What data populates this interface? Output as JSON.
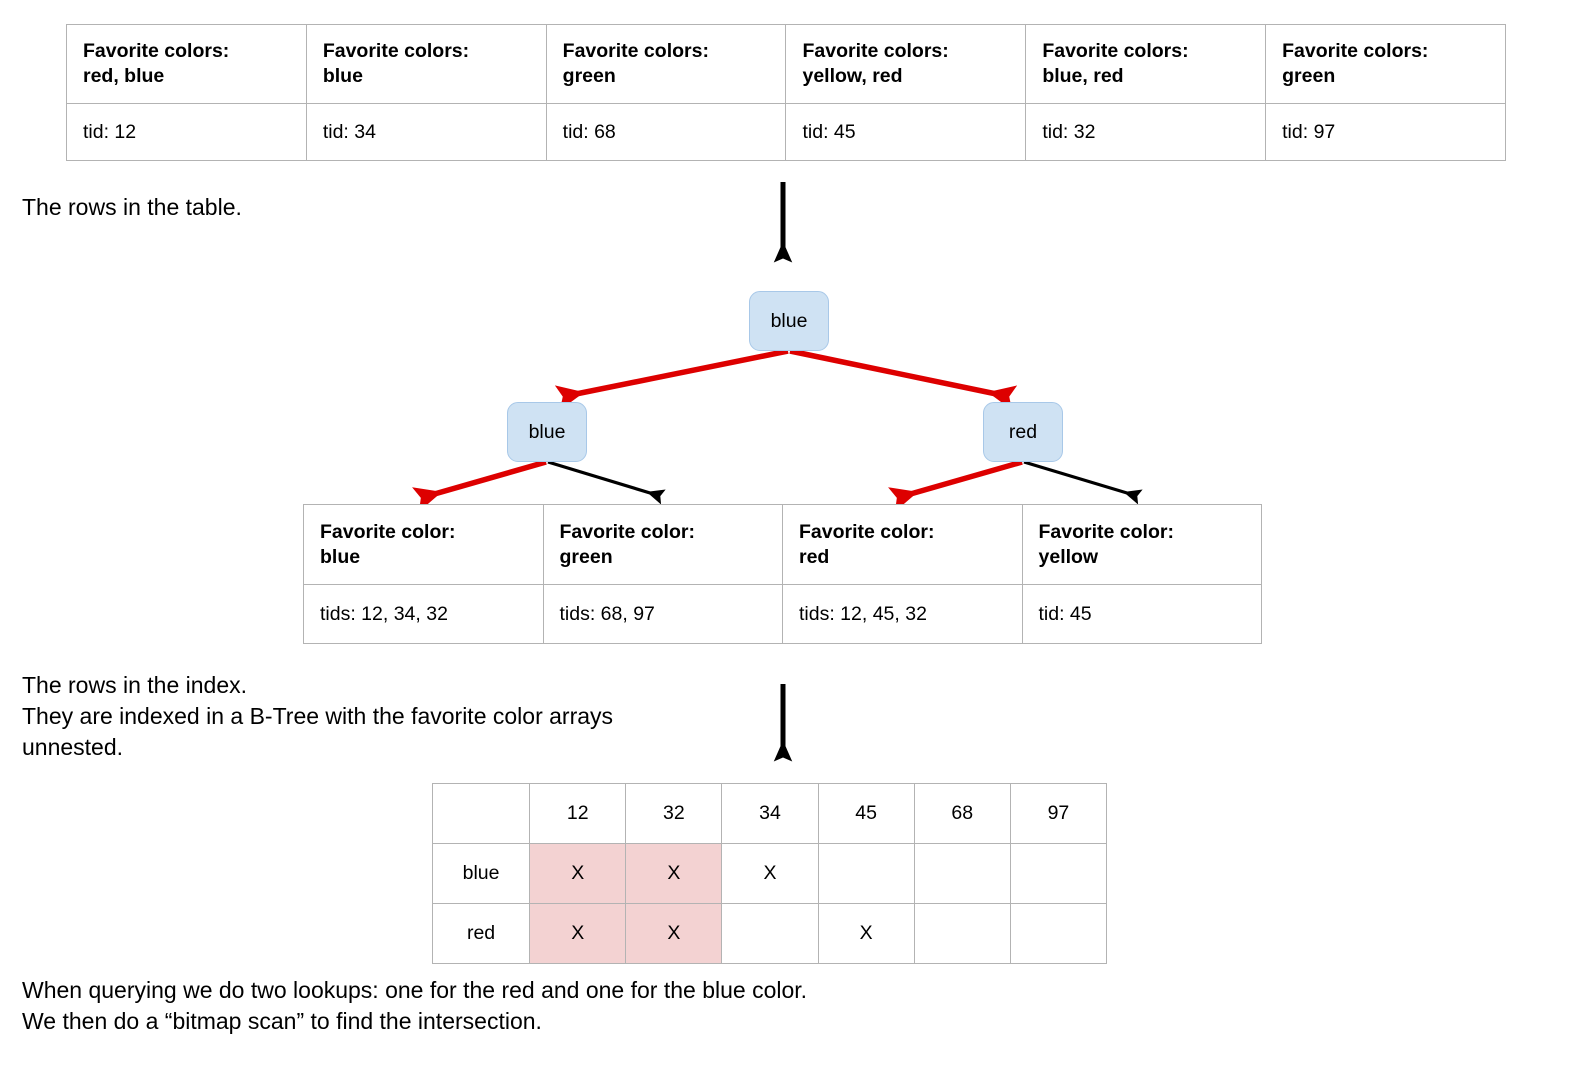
{
  "colors": {
    "node_fill": "#cfe2f3",
    "node_border": "#a8c8e8",
    "highlight": "#f3d2d2",
    "arrow_red": "#dd0000",
    "arrow_black": "#000000",
    "grid_border": "#b3b3b3"
  },
  "rows_table": {
    "header_prefix": "Favorite colors:",
    "columns": [
      {
        "colors": "red, blue",
        "tid": "tid: 12"
      },
      {
        "colors": "blue",
        "tid": "tid: 34"
      },
      {
        "colors": "green",
        "tid": "tid: 68"
      },
      {
        "colors": "yellow, red",
        "tid": "tid: 45"
      },
      {
        "colors": "blue, red",
        "tid": "tid: 32"
      },
      {
        "colors": "green",
        "tid": "tid: 97"
      }
    ]
  },
  "captions": {
    "table": "The rows in the table.",
    "index": "The rows in the index.\nThey are indexed in a B-Tree with the favorite color arrays\nunnested.",
    "query": "When querying we do two lookups: one for the red and one for the blue color.\nWe then do a “bitmap scan” to find the intersection."
  },
  "btree": {
    "root": {
      "label": "blue"
    },
    "children": [
      {
        "label": "blue"
      },
      {
        "label": "red"
      }
    ]
  },
  "index_table": {
    "header_prefix": "Favorite color:",
    "columns": [
      {
        "color": "blue",
        "tids": "tids: 12, 34, 32"
      },
      {
        "color": "green",
        "tids": "tids: 68, 97"
      },
      {
        "color": "red",
        "tids": "tids: 12, 45, 32"
      },
      {
        "color": "yellow",
        "tids": "tid: 45"
      }
    ]
  },
  "bitmap": {
    "corner": "",
    "tids": [
      "12",
      "32",
      "34",
      "45",
      "68",
      "97"
    ],
    "rows": [
      {
        "label": "blue",
        "marks": [
          "X",
          "X",
          "X",
          "",
          "",
          ""
        ],
        "highlight": [
          true,
          true,
          false,
          false,
          false,
          false
        ]
      },
      {
        "label": "red",
        "marks": [
          "X",
          "X",
          "",
          "X",
          "",
          ""
        ],
        "highlight": [
          true,
          true,
          false,
          false,
          false,
          false
        ]
      }
    ],
    "mark": "X"
  }
}
